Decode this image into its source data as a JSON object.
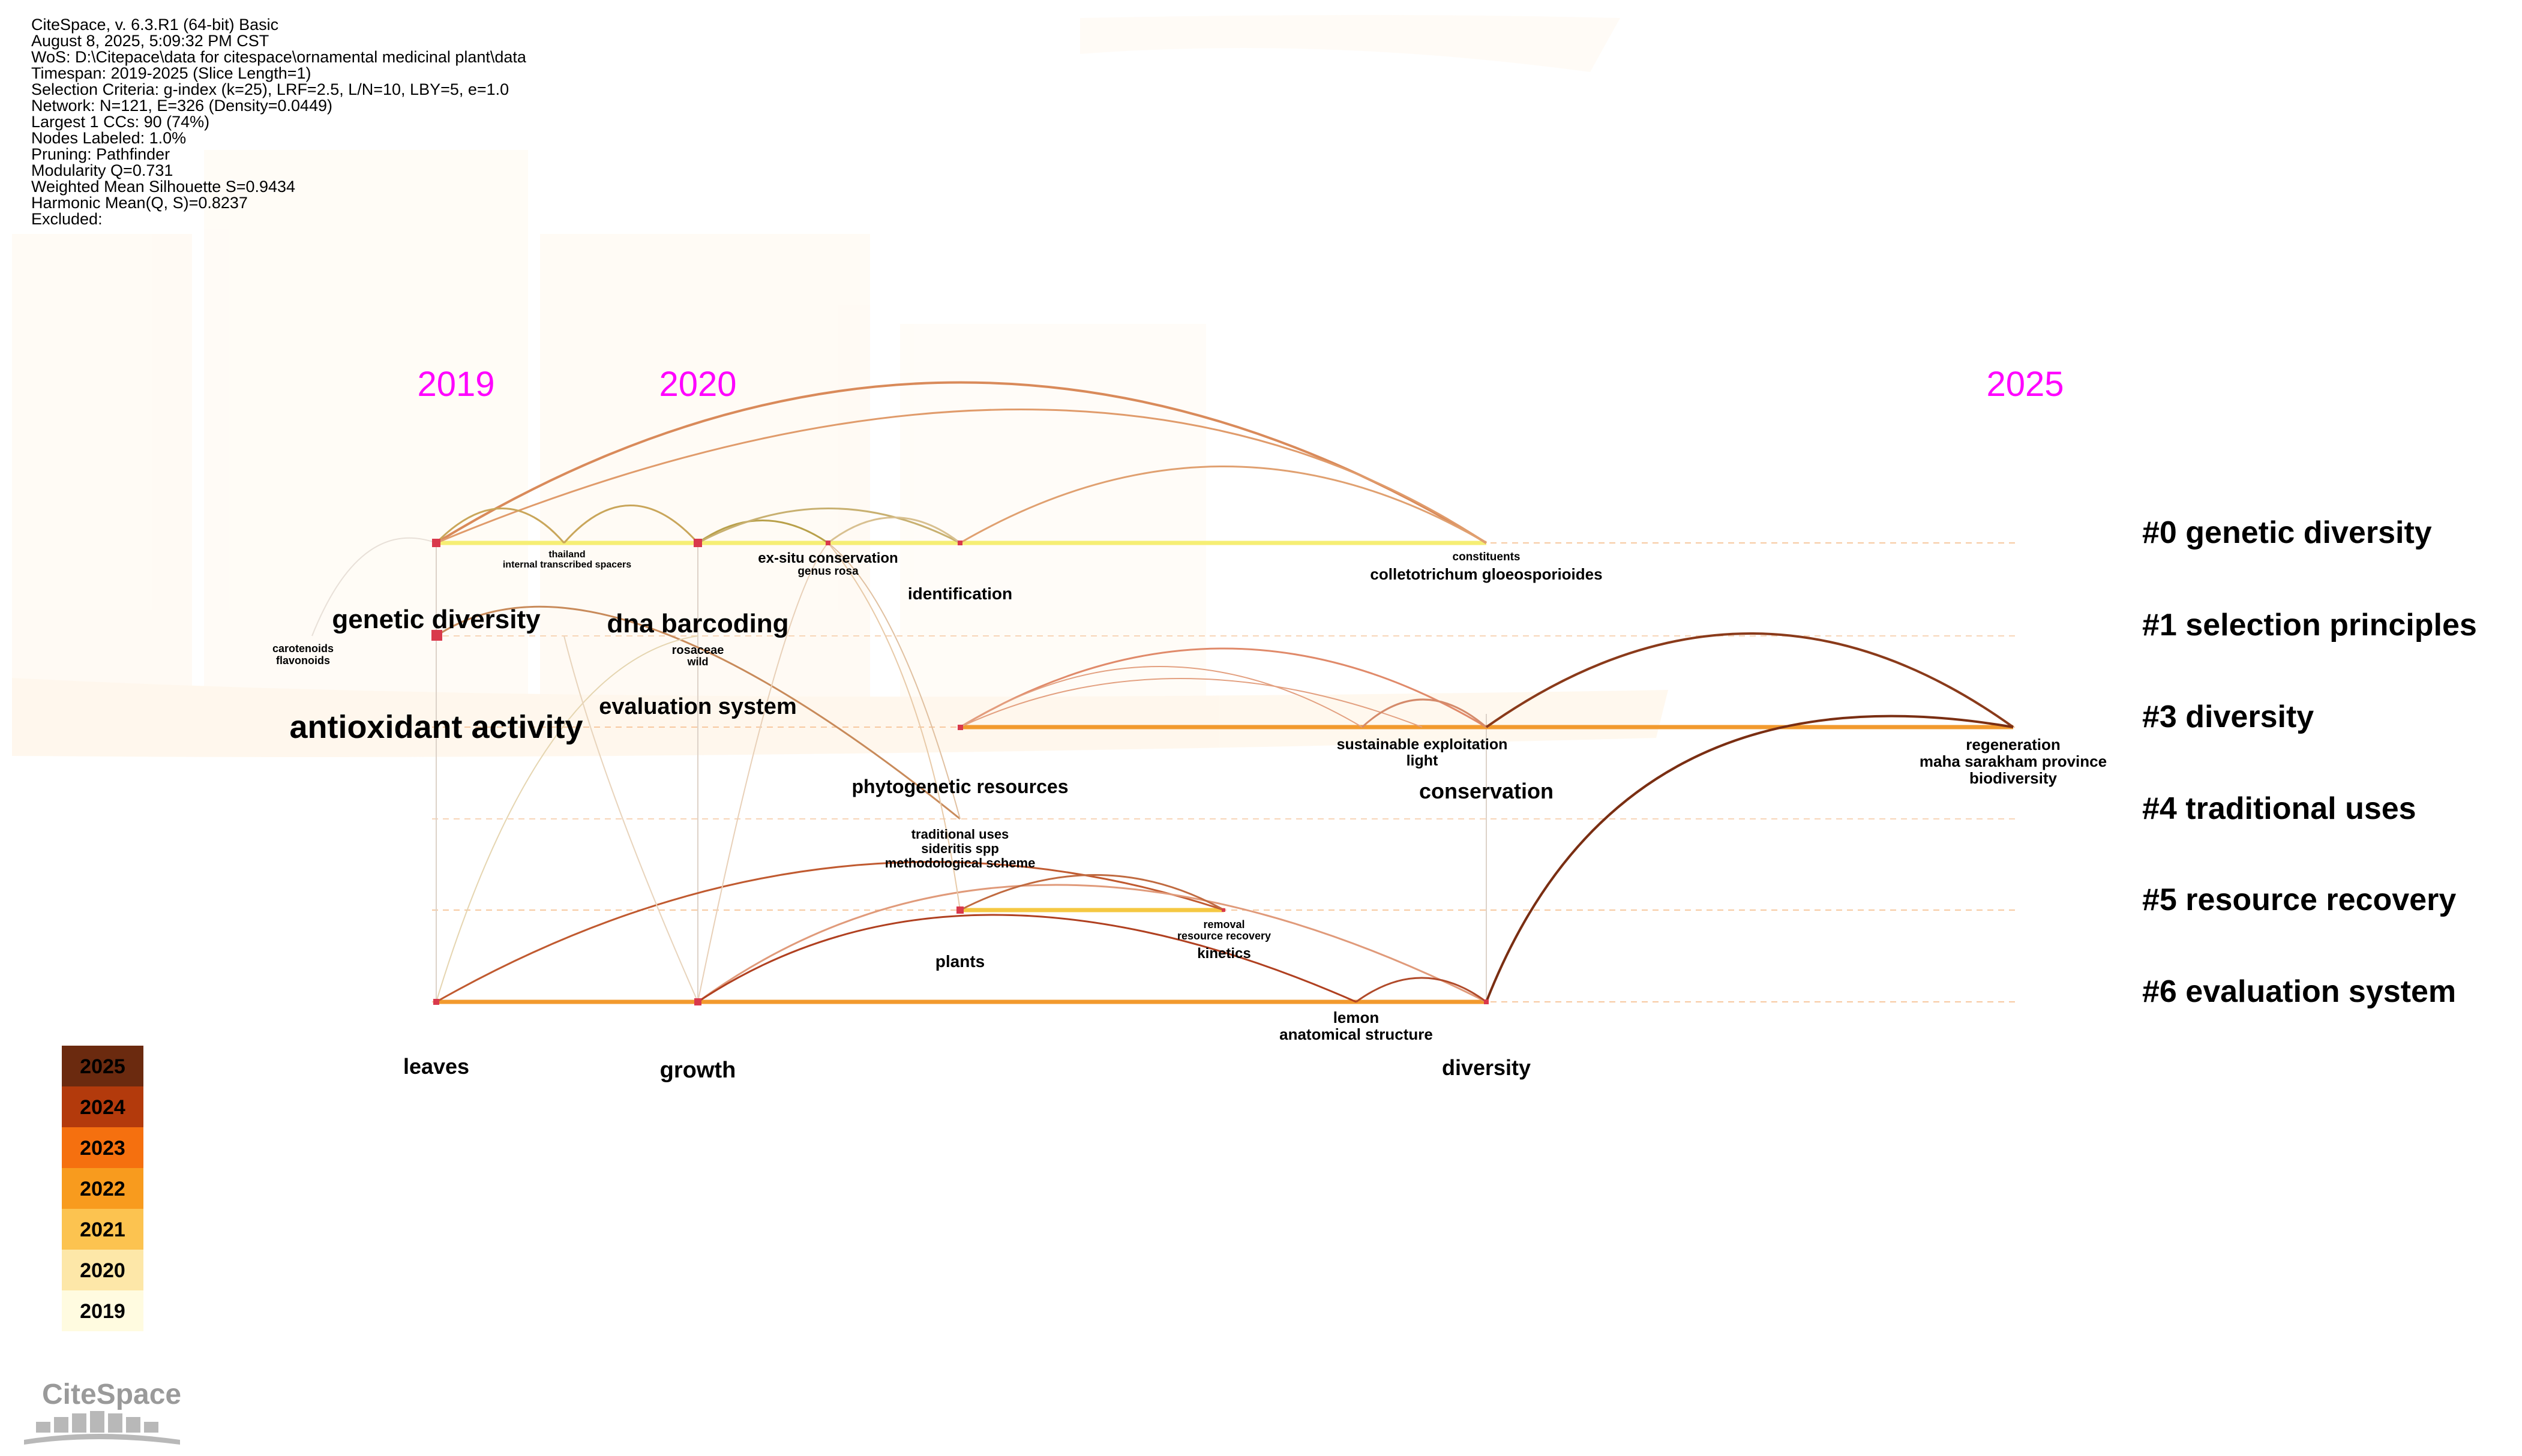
{
  "info": {
    "lines": [
      "CiteSpace, v. 6.3.R1 (64-bit) Basic",
      "August 8, 2025, 5:09:32 PM CST",
      "WoS: D:\\Citepace\\data for citespace\\ornamental medicinal plant\\data",
      "Timespan: 2019-2025 (Slice Length=1)",
      "Selection Criteria: g-index (k=25), LRF=2.5, L/N=10, LBY=5, e=1.0",
      "Network: N=121, E=326 (Density=0.0449)",
      "Largest 1 CCs: 90 (74%)",
      "Nodes Labeled: 1.0%",
      "Pruning: Pathfinder",
      "Modularity Q=0.731",
      "Weighted Mean Silhouette S=0.9434",
      "Harmonic Mean(Q, S)=0.8237",
      "Excluded:"
    ]
  },
  "years": [
    "2019",
    "2020",
    "2025"
  ],
  "clusters": [
    {
      "label": "#0 genetic diversity",
      "color": "#f6ee74"
    },
    {
      "label": "#1 selection principles",
      "color": ""
    },
    {
      "label": "#3 diversity",
      "color": "#f29a2e"
    },
    {
      "label": "#4 traditional uses",
      "color": ""
    },
    {
      "label": "#5 resource recovery",
      "color": "#f5c842"
    },
    {
      "label": "#6 evaluation system",
      "color": "#f29a2e"
    }
  ],
  "keywords": [
    {
      "text": "thailand",
      "size": "xs"
    },
    {
      "text": "internal transcribed spacers",
      "size": "xs"
    },
    {
      "text": "ex-situ conservation",
      "size": "s"
    },
    {
      "text": "genus rosa",
      "size": "xs"
    },
    {
      "text": "identification",
      "size": "s"
    },
    {
      "text": "constituents",
      "size": "xs"
    },
    {
      "text": "colletotrichum gloeosporioides",
      "size": "s"
    },
    {
      "text": "genetic diversity",
      "size": "l"
    },
    {
      "text": "dna barcoding",
      "size": "l"
    },
    {
      "text": "carotenoids",
      "size": "xs"
    },
    {
      "text": "flavonoids",
      "size": "xs"
    },
    {
      "text": "rosaceae",
      "size": "xs"
    },
    {
      "text": "wild",
      "size": "xs"
    },
    {
      "text": "evaluation system",
      "size": "m"
    },
    {
      "text": "antioxidant activity",
      "size": "xl"
    },
    {
      "text": "sustainable exploitation",
      "size": "s"
    },
    {
      "text": "light",
      "size": "s"
    },
    {
      "text": "conservation",
      "size": "m"
    },
    {
      "text": "regeneration",
      "size": "s"
    },
    {
      "text": "maha sarakham province",
      "size": "s"
    },
    {
      "text": "biodiversity",
      "size": "s"
    },
    {
      "text": "phytogenetic resources",
      "size": "m"
    },
    {
      "text": "traditional uses",
      "size": "s"
    },
    {
      "text": "sideritis spp",
      "size": "s"
    },
    {
      "text": "methodological scheme",
      "size": "s"
    },
    {
      "text": "removal",
      "size": "xs"
    },
    {
      "text": "resource recovery",
      "size": "xs"
    },
    {
      "text": "kinetics",
      "size": "s"
    },
    {
      "text": "plants",
      "size": "s"
    },
    {
      "text": "lemon",
      "size": "s"
    },
    {
      "text": "anatomical structure",
      "size": "s"
    },
    {
      "text": "leaves",
      "size": "m"
    },
    {
      "text": "growth",
      "size": "m"
    },
    {
      "text": "diversity",
      "size": "m"
    }
  ],
  "legend": [
    {
      "year": "2025",
      "color": "#6b2a0f"
    },
    {
      "year": "2024",
      "color": "#b33a0c"
    },
    {
      "year": "2023",
      "color": "#f5700f"
    },
    {
      "year": "2022",
      "color": "#f89b1e"
    },
    {
      "year": "2021",
      "color": "#fcc350"
    },
    {
      "year": "2020",
      "color": "#fde7a8"
    },
    {
      "year": "2019",
      "color": "#fffbe0"
    }
  ],
  "logo": {
    "text": "CiteSpace"
  }
}
